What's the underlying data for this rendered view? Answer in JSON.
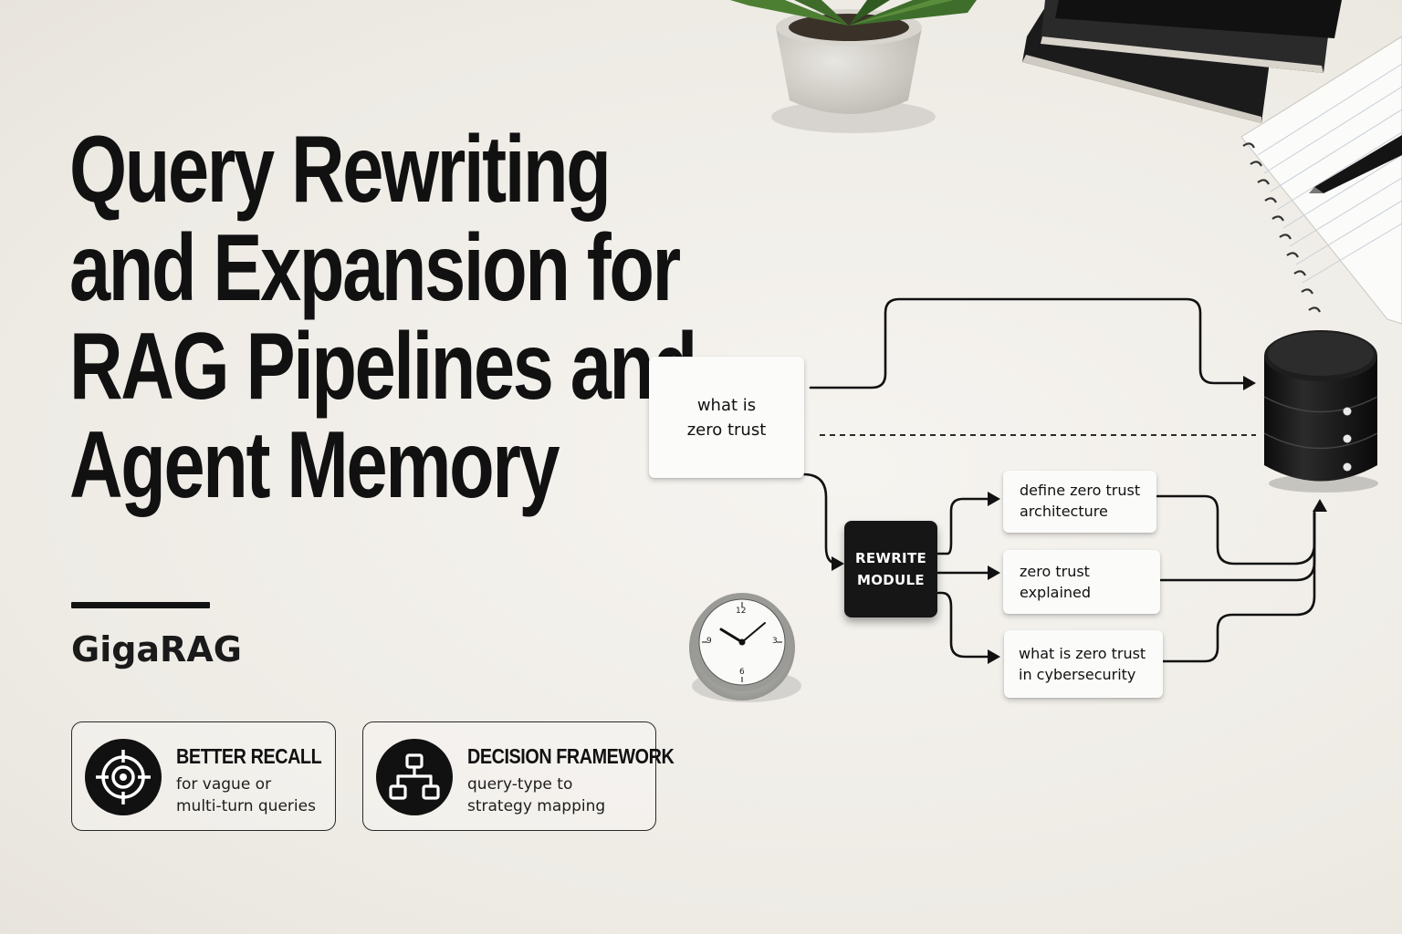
{
  "title_lines": [
    "Query Rewriting",
    "and Expansion for",
    "RAG Pipelines and",
    "Agent Memory"
  ],
  "brand": "GigaRAG",
  "cards": [
    {
      "title": "BETTER RECALL",
      "desc": [
        "for vague or",
        "multi-turn queries"
      ],
      "icon": "target-icon"
    },
    {
      "title": "DECISION FRAMEWORK",
      "desc": [
        "query-type to",
        "strategy mapping"
      ],
      "icon": "flowchart-icon"
    }
  ],
  "diagram": {
    "input_query": [
      "what is",
      "zero trust"
    ],
    "module_label": [
      "REWRITE",
      "MODULE"
    ],
    "rewrites": [
      [
        "define zero trust",
        "architecture"
      ],
      [
        "zero trust",
        "explained"
      ],
      [
        "what is zero trust",
        "in cybersecurity"
      ]
    ],
    "clock_numbers": [
      "12",
      "3",
      "6",
      "9"
    ]
  }
}
